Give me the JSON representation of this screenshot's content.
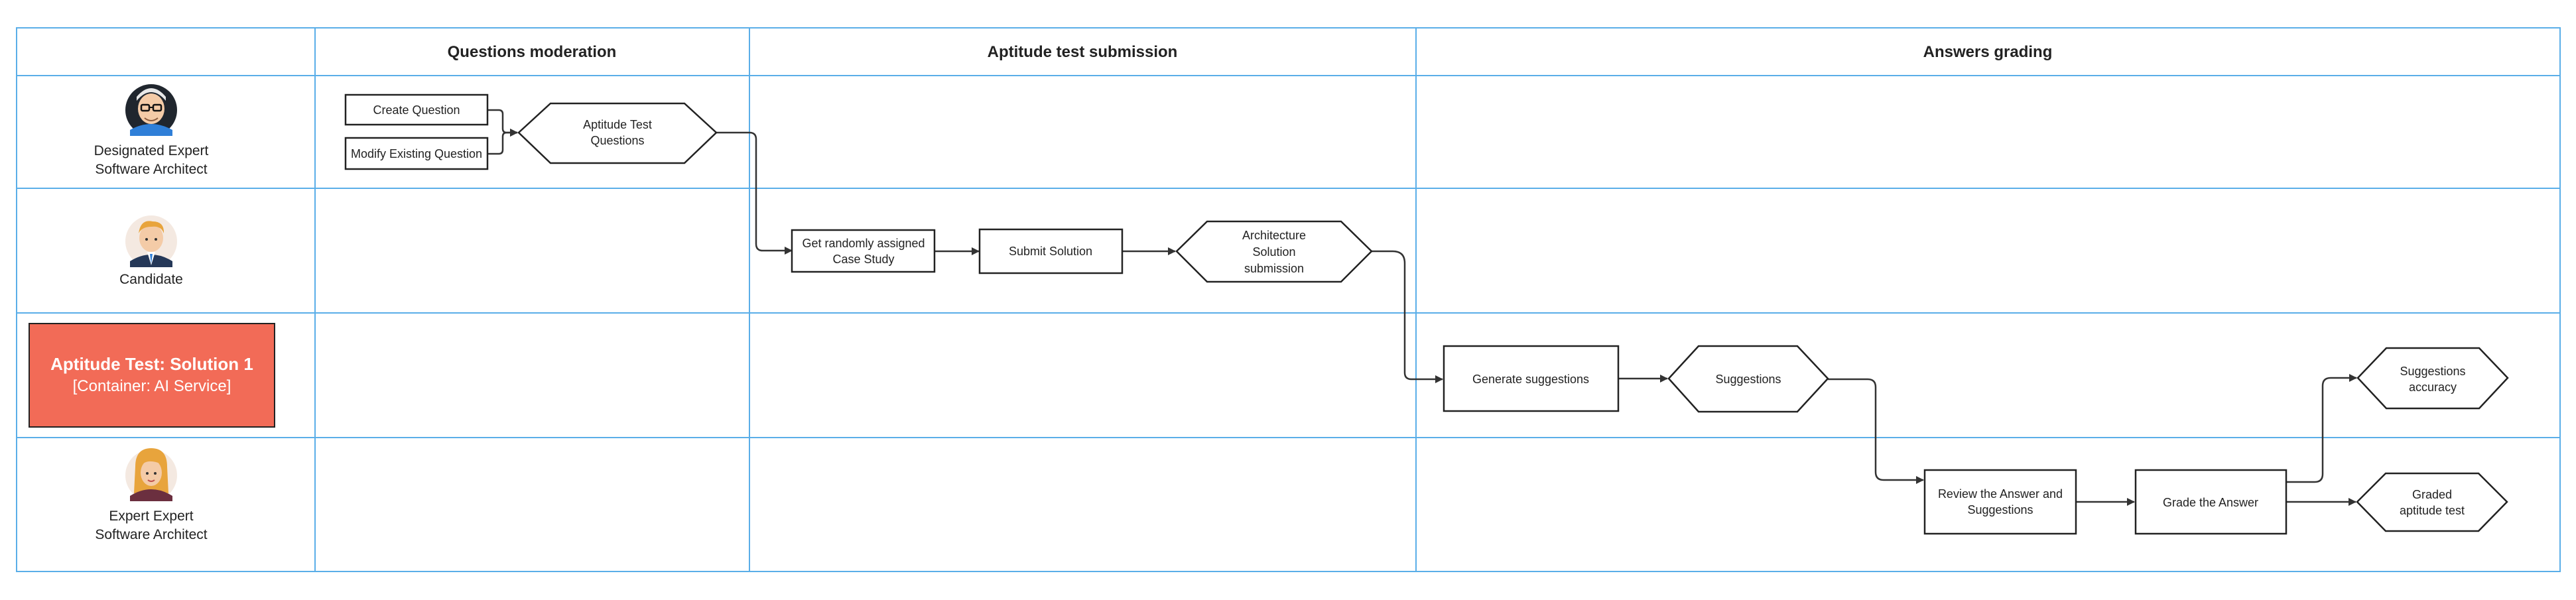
{
  "columns": [
    {
      "label": "Questions moderation"
    },
    {
      "label": "Aptitude test submission"
    },
    {
      "label": "Answers grading"
    }
  ],
  "lanes": {
    "designated_expert": {
      "line1": "Designated Expert",
      "line2": "Software Architect",
      "avatar": "avatar-man-glasses-icon"
    },
    "candidate": {
      "line1": "Candidate",
      "avatar": "avatar-man-suit-icon"
    },
    "ai_service": {
      "title": "Aptitude Test: Solution 1",
      "subtitle": "[Container: AI Service]",
      "color": "#f26b57"
    },
    "expert": {
      "line1": "Expert Expert",
      "line2": "Software Architect",
      "avatar": "avatar-woman-icon"
    }
  },
  "nodes": {
    "create_question": {
      "line1": "Create Question"
    },
    "modify_question": {
      "line1": "Modify Existing Question"
    },
    "aptitude_test_questions": {
      "line1": "Aptitude Test",
      "line2": "Questions"
    },
    "get_case_study": {
      "line1": "Get randomly assigned",
      "line2": "Case Study"
    },
    "submit_solution": {
      "line1": "Submit Solution"
    },
    "architecture_solution": {
      "line1": "Architecture",
      "line2": "Solution",
      "line3": "submission"
    },
    "generate_suggestions": {
      "line1": "Generate suggestions"
    },
    "suggestions": {
      "line1": "Suggestions"
    },
    "review_answer": {
      "line1": "Review the Answer and",
      "line2": "Suggestions"
    },
    "grade_answer": {
      "line1": "Grade the Answer"
    },
    "suggestions_accuracy": {
      "line1": "Suggestions",
      "line2": "accuracy"
    },
    "graded_test": {
      "line1": "Graded",
      "line2": "aptitude test"
    }
  },
  "colors": {
    "grid": "#5aaee8",
    "arrow": "#333333",
    "container": "#f26b57"
  }
}
